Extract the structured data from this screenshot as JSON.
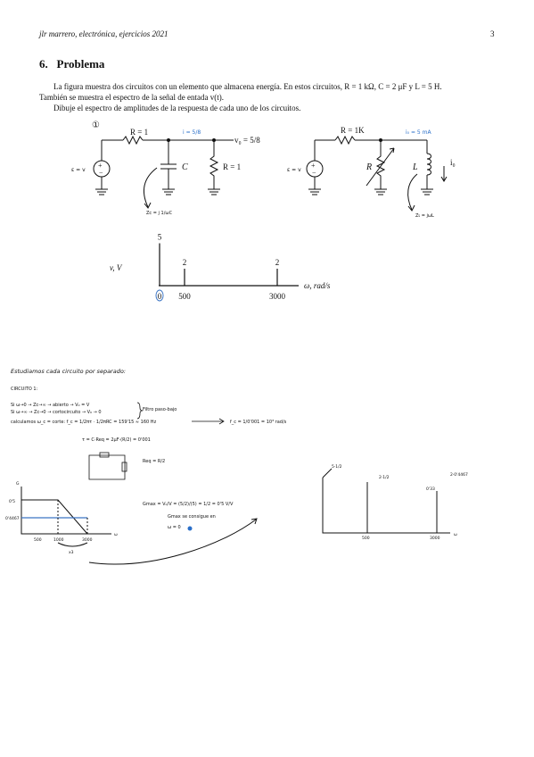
{
  "header": {
    "left": "jlr marrero, electrónica, ejercicios 2021",
    "page_number": "3"
  },
  "section": {
    "number": "6.",
    "title": "Problema"
  },
  "statement": {
    "line1": "La figura muestra dos circuitos con un elemento que almacena energía. En estos circuitos, R = 1 kΩ, C = 2 μF y L = 5 H.",
    "line2": "También se muestra el espectro de la señal de entada v(t).",
    "line3": "Dibuje el espectro de amplitudes de la respuesta de cada uno de los circuitos."
  },
  "circuit1": {
    "number": "①",
    "r_label": "R = 1",
    "i_label": "i = 5/8",
    "vo_label": "v₀ = 5/8",
    "c_label": "C",
    "r2_label": "R = 1",
    "src_label": "ε = v",
    "zc_note": "Zc = j 1/ωC"
  },
  "circuit2": {
    "r_label": "R = 1K",
    "i_label": "i₀ = 5 mA",
    "rv_label": "R",
    "l_label": "L",
    "io_label": "i₀",
    "src_label": "ε = v",
    "zl_note": "Zι = jωL"
  },
  "spectrum": {
    "ylabel": "v, V",
    "xlabel": "ω, rad/s",
    "ticks": [
      "0",
      "500",
      "3000"
    ],
    "amplitudes": [
      "5",
      "2",
      "2"
    ]
  },
  "notes": {
    "title": "Estudiamos cada circuito por separado:",
    "circuit_label": "CIRCUITO 1:",
    "line_a": "Si ω→0 → Zc→∞ → abierto → V₀ = V",
    "line_b": "Si ω→∞ → Zc→0 → cortocircuito → V₀ → 0",
    "brace_note": "Filtro paso-bajo",
    "line_c": "calculamos ω_c = corte: f_c = 1/2πτ · 1/2πRC = 159'15 ≈ 160 Hz",
    "wc_note": "f_c = 1/0'001 = 10³ rad/s",
    "tau_note": "τ = C·Req = 2μF·(R/2) = 0'001",
    "req_note": "Req = R/2",
    "gmax_note": "Gmax = V₀/V = (5/2)/(5) = 1/2 = 0'5 V/V",
    "gnote_1": "Gmax se consigue en",
    "gnote_2": "ω = 0",
    "gain_axis": "G",
    "gain_v1": "0'5",
    "gain_v2": "0'4467",
    "gain_x": [
      "500",
      "1000",
      "3000"
    ],
    "gain_xlab": "ω",
    "out_amps": [
      "5·1/2",
      "2·1/2",
      "2·0'4467"
    ],
    "out_v": "0'33",
    "out_x": [
      "500",
      "3000"
    ],
    "out_xlab": "ω",
    "gain_x_mid": "x3"
  },
  "colors": {
    "ink": "#111111",
    "blue_pen": "#2a6fc9",
    "highlight": "#3a74c4"
  }
}
